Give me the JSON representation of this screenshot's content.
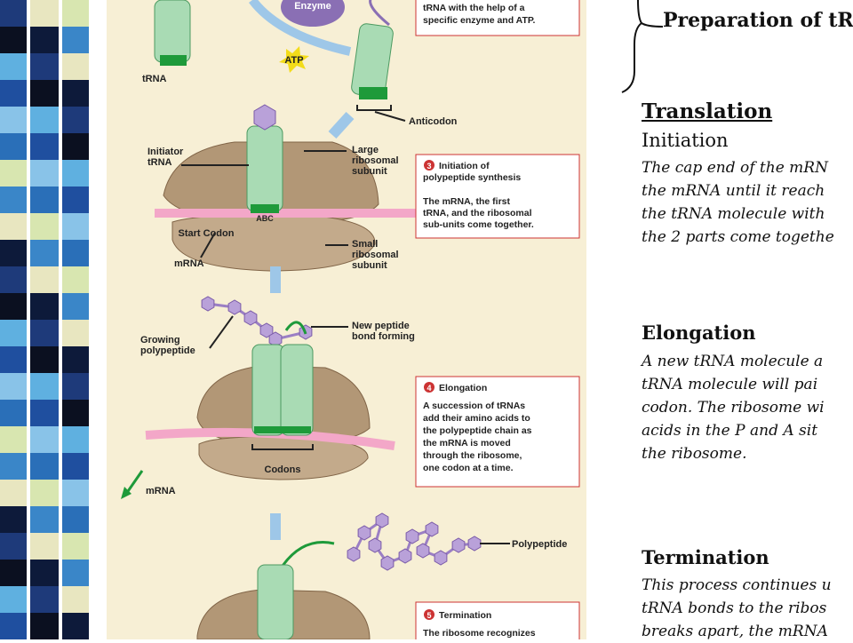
{
  "slide": {
    "stripe_colors": [
      "#1e3a7a",
      "#3a86c8",
      "#89c3e8",
      "#0b1020",
      "#e8e6c0",
      "#2a6fb8",
      "#5fb0e0",
      "#0d1a3a",
      "#d8e6b0",
      "#1f4f9f"
    ],
    "figure": {
      "background": "#f7efd5",
      "labels": {
        "enzyme": "Enzyme",
        "trna": "tRNA",
        "atp": "ATP",
        "anticodon": "Anticodon",
        "initiator_trna": "Initiator\ntRNA",
        "large_subunit": "Large\nribosomal\nsubunit",
        "abc": "ABC",
        "start_codon": "Start Codon",
        "mrna": "mRNA",
        "small_subunit": "Small\nribosomal\nsubunit",
        "growing_polypeptide": "Growing\npolypeptide",
        "new_peptide_bond": "New peptide\nbond forming",
        "codons": "Codons",
        "mrna_exit": "mRNA",
        "polypeptide": "Polypeptide"
      },
      "boxes": {
        "step2": "tRNA with the help of a\nspecific enzyme and ATP.",
        "step3_title": "Initiation of\npolypeptide synthesis",
        "step3_number": "3",
        "step3_body": "The mRNA, the first\ntRNA, and the ribosomal\nsub-units come together.",
        "step4_title": "Elongation",
        "step4_number": "4",
        "step4_body": "A succession of tRNAs\nadd their amino acids to\nthe polypeptide chain as\nthe mRNA is moved\nthrough the ribosome,\none codon at a time.",
        "step5_title": "Termination",
        "step5_number": "5",
        "step5_body": "The ribosome recognizes"
      }
    },
    "notes": {
      "brace_title": "Preparation of tR",
      "translation_heading": "Translation",
      "initiation_heading": "Initiation",
      "initiation_lines": [
        "The cap end of the mRN",
        "the mRNA until it reach",
        "the tRNA molecule with",
        "the 2 parts come togethe"
      ],
      "elongation_heading": "Elongation",
      "elongation_lines": [
        "A new tRNA molecule a",
        "tRNA molecule will pai",
        "codon.  The ribosome wi",
        "acids in the P and A sit",
        "the ribosome."
      ],
      "termination_heading": "Termination",
      "termination_lines": [
        "This process continues u",
        "tRNA bonds to the ribos",
        "breaks apart, the mRNA"
      ]
    }
  }
}
